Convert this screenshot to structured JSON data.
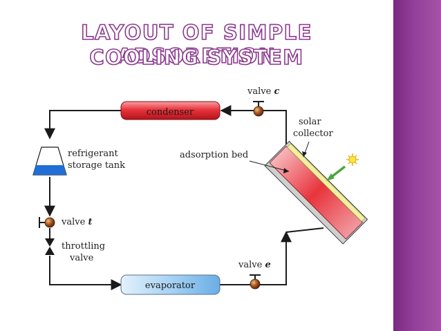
{
  "title": {
    "line1": "LAYOUT OF SIMPLE ADSORPTION",
    "line2": "COOLING SYSTEM"
  },
  "diagram": {
    "condenser": "condenser",
    "evaporator": "evaporator",
    "refrigerant_tank_line1": "refrigerant",
    "refrigerant_tank_line2": "storage tank",
    "valve_c_text": "valve ",
    "valve_c_letter": "c",
    "valve_t_text": "valve ",
    "valve_t_letter": "t",
    "valve_e_text": "valve ",
    "valve_e_letter": "e",
    "throttling_line1": "throttling",
    "throttling_line2": "valve",
    "solar_line1": "solar",
    "solar_line2": "collector",
    "adsorption_bed": "adsorption bed"
  },
  "colors": {
    "accent_purple": "#8b3a8f",
    "condenser_red": "#e8343c",
    "evaporator_blue": "#8fc3ee",
    "refrigerant_blue": "#1f6fd6",
    "valve_brown": "#8a3a1a"
  }
}
